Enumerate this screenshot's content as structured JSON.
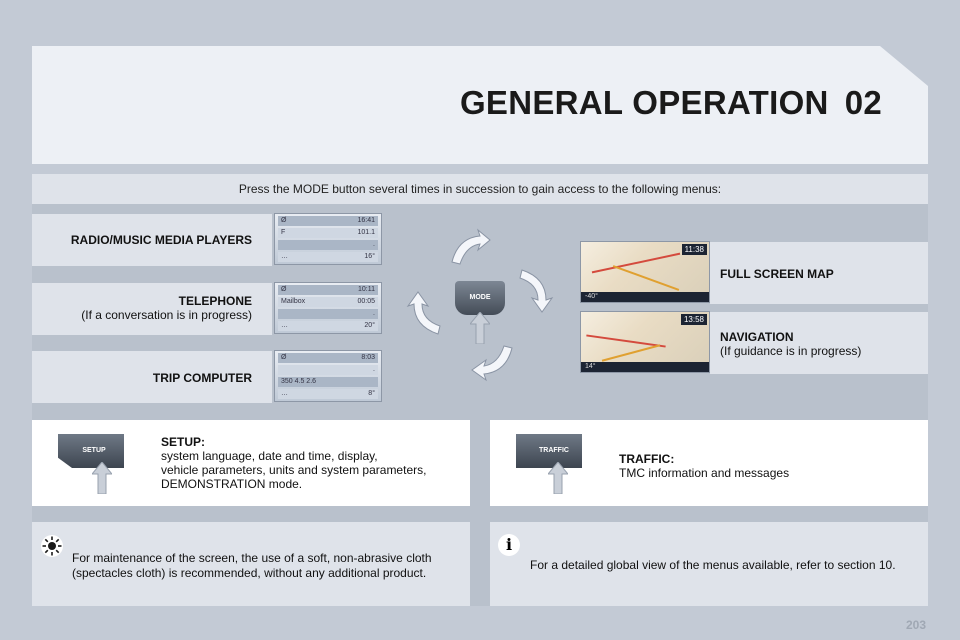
{
  "header": {
    "title": "GENERAL OPERATION",
    "chapter": "02"
  },
  "intro": "Press the MODE button several times in succession to gain access to the following menus:",
  "menus": {
    "radio": {
      "title": "RADIO/MUSIC MEDIA PLAYERS"
    },
    "telephone": {
      "title": "TELEPHONE",
      "note": "(If a conversation is in progress)"
    },
    "trip": {
      "title": "TRIP COMPUTER"
    },
    "fullmap": {
      "title": "FULL SCREEN MAP"
    },
    "navigation": {
      "title": "NAVIGATION",
      "note": "(If guidance is in progress)"
    }
  },
  "screens": {
    "radio": {
      "rows": [
        "16:41",
        "101.1",
        "16°"
      ]
    },
    "telephone": {
      "rows": [
        "10:11",
        "Mailbox",
        "20°"
      ]
    },
    "trip": {
      "rows": [
        "8:03",
        "350  4.5  2.6",
        "8°"
      ]
    },
    "fullmap": {
      "clock": "11:38",
      "bar": "-40°"
    },
    "navigation": {
      "clock": "13:58",
      "bar": "14°"
    }
  },
  "mode_button": "MODE",
  "setup": {
    "button": "SETUP",
    "title": "SETUP:",
    "lines": [
      "system language, date and time, display,",
      "vehicle parameters, units and system parameters,",
      "DEMONSTRATION mode."
    ]
  },
  "traffic": {
    "button": "TRAFFIC",
    "title": "TRAFFIC:",
    "text": "TMC information and messages"
  },
  "footer": {
    "maintenance": "For maintenance of the screen, the use of a soft, non-abrasive cloth (spectacles cloth) is recommended, without any additional product.",
    "info": "For a detailed global view of the menus available, refer to section 10."
  },
  "icons": {
    "tip": "sun-icon",
    "info": "info-icon"
  },
  "page_number": "203",
  "colors": {
    "background": "#c3cad5",
    "band": "#dfe3ea",
    "panel": "#b9c1cc"
  }
}
